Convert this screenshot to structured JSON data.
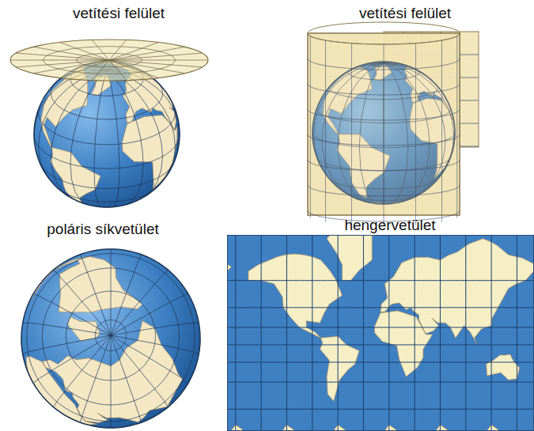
{
  "diagram": {
    "labels": [
      "vetítési felület",
      "vetítési felület",
      "poláris síkvetület",
      "hengervetület"
    ]
  }
}
